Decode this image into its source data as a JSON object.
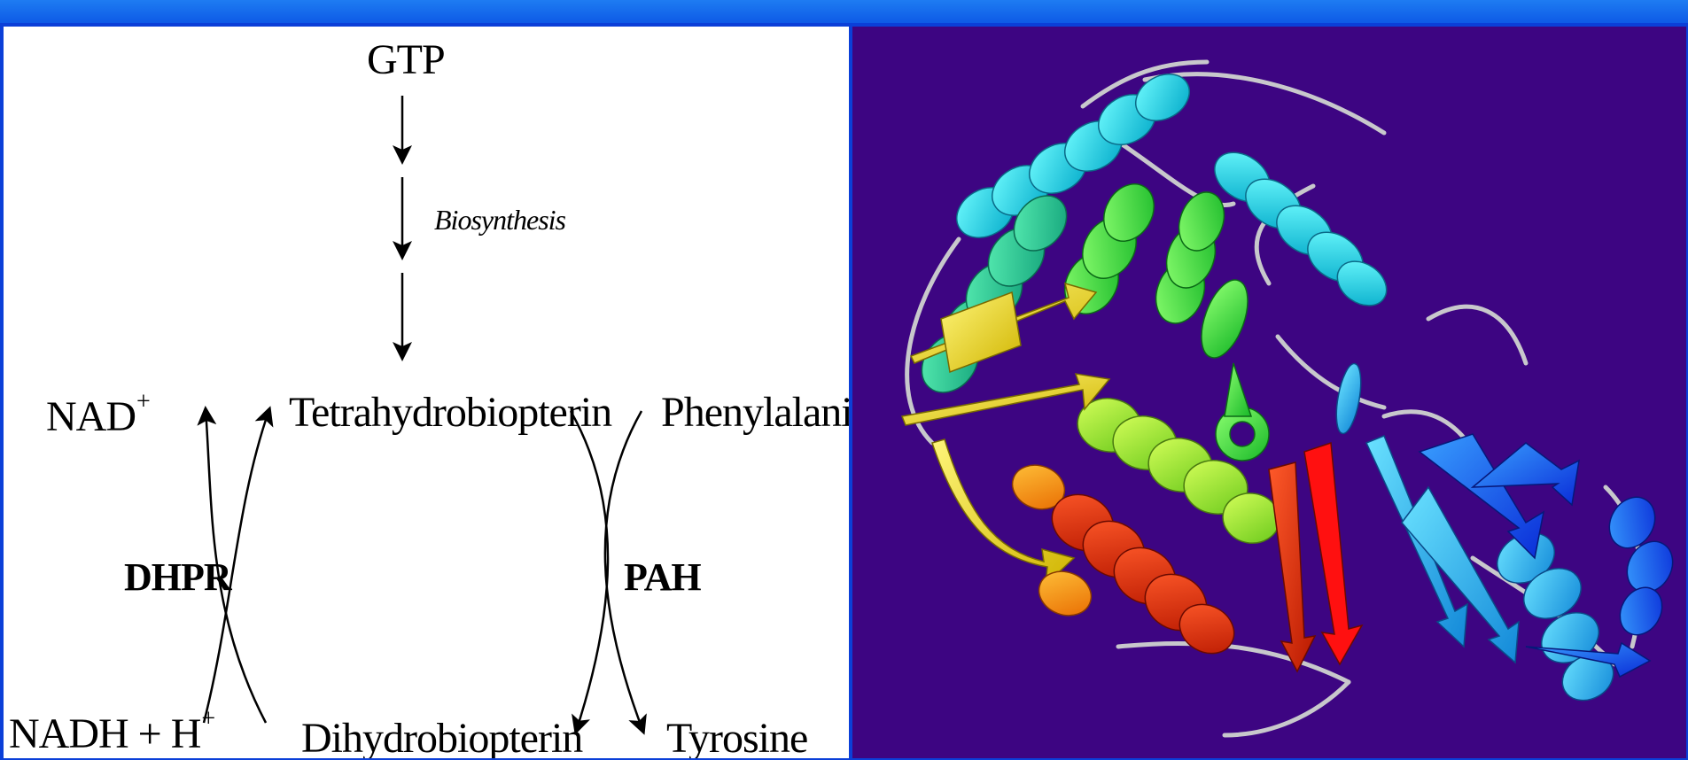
{
  "pathway": {
    "gtp": "GTP",
    "biosynthesis": "Biosynthesis",
    "tetrahydrobiopterin": "Tetrahydrobiopterin",
    "dihydrobiopterin": "Dihydrobiopterin",
    "nad_plus": "NAD",
    "nad_plus_sup": "+",
    "nadh": "NADH + H",
    "nadh_sup": "+",
    "dhpr": "DHPR",
    "pah": "PAH",
    "phenylalanine": "Phenylalanine",
    "tyrosine": "Tyrosine"
  },
  "colors": {
    "frame": "#0b3fd8",
    "protein_background": "#3d0582",
    "ribbon_palette": [
      "#ff1a00",
      "#ffd000",
      "#d8f02a",
      "#3ee05a",
      "#00d8c8",
      "#19b8ff",
      "#0a2cff"
    ]
  }
}
